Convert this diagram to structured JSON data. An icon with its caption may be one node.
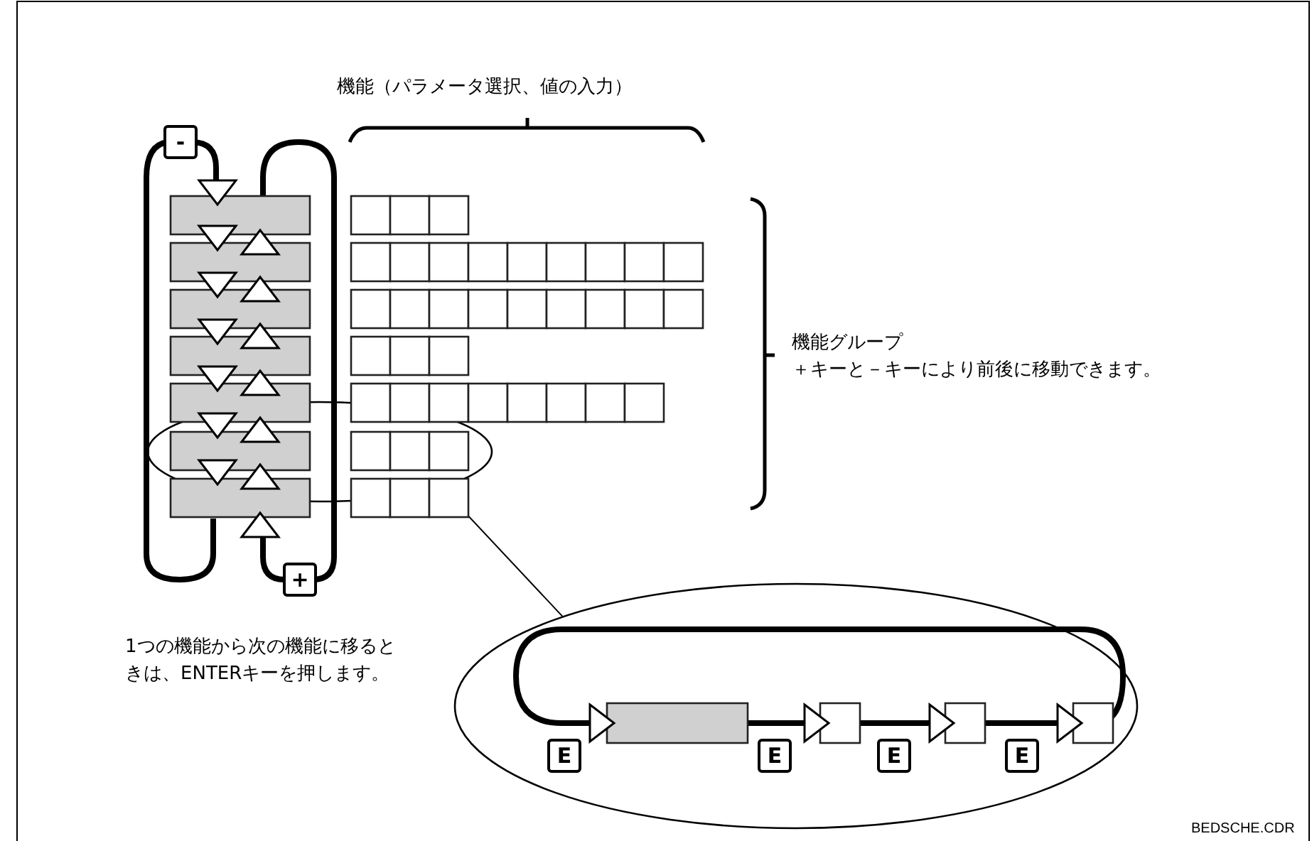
{
  "diagram": {
    "nodes": [
      {
        "text": [],
        "shape": "ellipse"
      },
      {
        "text": [],
        "shape": "ellipse"
      }
    ],
    "edges": [
      {
        "from": 0,
        "to": 1,
        "arrow": "none"
      }
    ],
    "labels": [
      "機能（パラメータ選択、値の入力）",
      "-",
      "機能グループ",
      "＋キーと－キーにより前後に移動できます。",
      "+",
      "1つの機能から次の機能に移るときは、ENTERキーを押します。",
      "E",
      "E",
      "E",
      "E",
      "BEDSCHE.CDR"
    ]
  }
}
